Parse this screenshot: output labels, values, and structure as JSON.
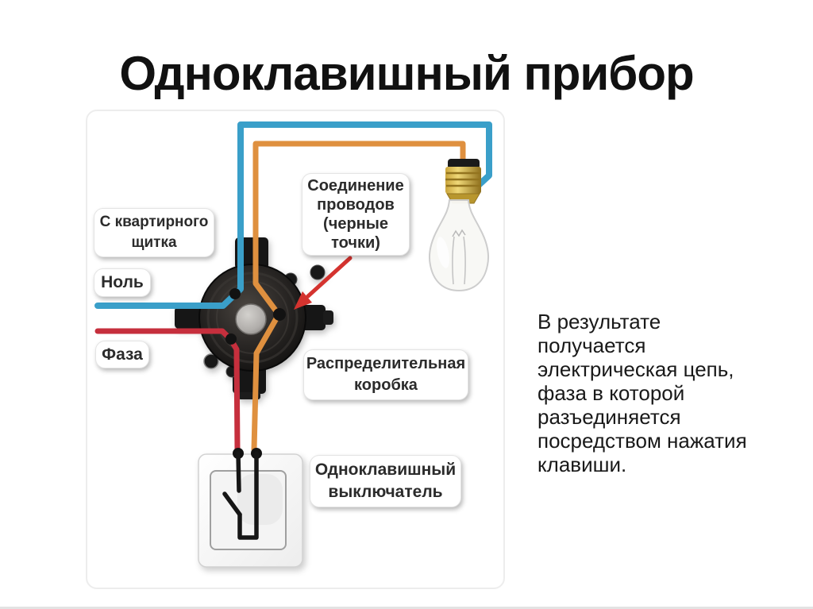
{
  "title": "Одноклавишный прибор",
  "labels": {
    "panel_source": [
      "С квартирного",
      "щитка"
    ],
    "neutral": "Ноль",
    "phase": "Фаза",
    "wire_connection": [
      "Соединение",
      "проводов",
      "(черные",
      "точки)"
    ],
    "junction_box": [
      "Распределительная",
      "коробка"
    ],
    "switch": [
      "Одноклавишный",
      "выключатель"
    ]
  },
  "description_lines": [
    "В результате",
    "получается",
    "электрическая цепь,",
    "фаза в которой",
    "разъединяется",
    "посредством нажатия",
    "клавиши."
  ],
  "colors": {
    "neutral_wire": "#3a9fc9",
    "phase_wire": "#c62f3d",
    "switched_wire": "#df903f",
    "pointer_arrow": "#d4332f",
    "connection_dot": "#121212",
    "switch_symbol": "#161616"
  }
}
